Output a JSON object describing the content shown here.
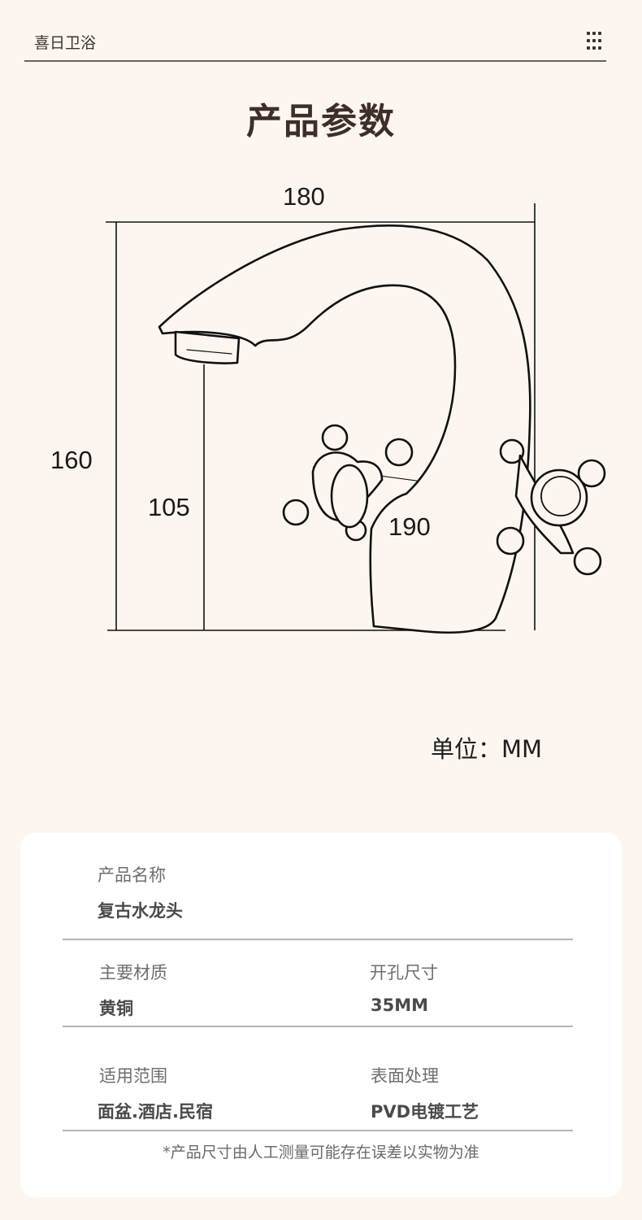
{
  "header": {
    "brand": "喜日卫浴",
    "menu_icon": "grid-dots-icon"
  },
  "page_title": "产品参数",
  "diagram": {
    "dimensions": {
      "width": "180",
      "total_height": "160",
      "spout_height": "105",
      "handle_span": "190"
    },
    "unit_label": "单位：MM"
  },
  "specs": {
    "product_name": {
      "label": "产品名称",
      "value": "复古水龙头"
    },
    "material": {
      "label": "主要材质",
      "value": "黄铜"
    },
    "hole_size": {
      "label": "开孔尺寸",
      "value": "35MM"
    },
    "application": {
      "label": "适用范围",
      "value": "面盆.酒店.民宿"
    },
    "surface": {
      "label": "表面处理",
      "value": "PVD电镀工艺"
    },
    "note": "*产品尺寸由人工测量可能存在误差以实物为准"
  },
  "colors": {
    "background": "#fdf6f0",
    "card": "#ffffff",
    "title": "#3d2f28",
    "divider": "#b4b4b4"
  }
}
